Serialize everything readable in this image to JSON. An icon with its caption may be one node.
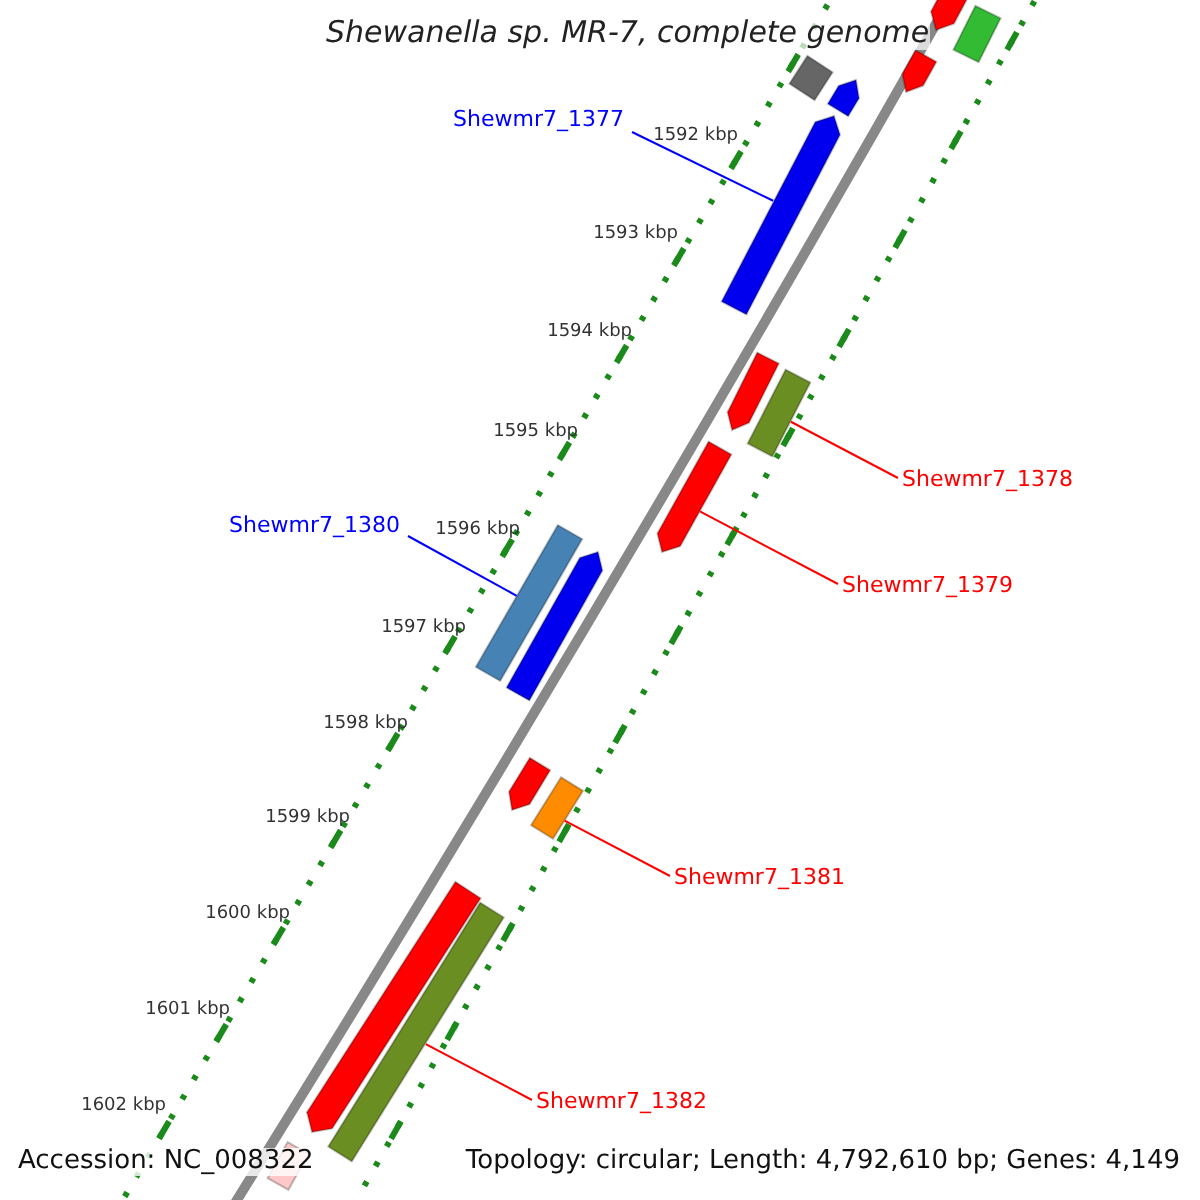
{
  "diagram": {
    "title": "Shewanella sp. MR-7, complete genome",
    "nodes": [
      {
        "text": [
          "Shewmr7_1377"
        ]
      },
      {
        "text": [
          "Shewmr7_1378"
        ]
      },
      {
        "text": [
          "Shewmr7_1379"
        ]
      },
      {
        "text": [
          "Shewmr7_1380"
        ]
      },
      {
        "text": [
          "Shewmr7_1381"
        ]
      },
      {
        "text": [
          "Shewmr7_1382"
        ]
      },
      {
        "text": [],
        "shape": "bar"
      },
      {
        "text": [],
        "shape": "bar"
      },
      {
        "text": [],
        "shape": "bar"
      },
      {
        "text": [],
        "shape": "bar"
      },
      {
        "text": [],
        "shape": "bar"
      },
      {
        "text": [],
        "shape": "bar"
      },
      {
        "text": [],
        "shape": "bar"
      },
      {
        "text": [],
        "shape": "bar"
      },
      {
        "text": [],
        "shape": "bar"
      },
      {
        "text": [],
        "shape": "bar"
      },
      {
        "text": [],
        "shape": "bar"
      },
      {
        "text": [],
        "shape": "bar"
      },
      {
        "text": [],
        "shape": "bar"
      },
      {
        "text": [],
        "shape": "bar"
      },
      {
        "text": [],
        "shape": "bar"
      },
      {
        "text": [],
        "shape": "bar"
      }
    ],
    "edges": [
      {
        "from": 0,
        "to": 11,
        "arrow": "none",
        "color": "#0000ff"
      },
      {
        "from": 1,
        "to": 13,
        "arrow": "none"
      },
      {
        "from": 2,
        "to": 14,
        "arrow": "none"
      },
      {
        "from": 3,
        "to": 15,
        "arrow": "none",
        "color": "#0000ff"
      },
      {
        "from": 4,
        "to": 18,
        "arrow": "none"
      },
      {
        "from": 5,
        "to": 20,
        "arrow": "none"
      }
    ],
    "labels": [
      "1592 kbp",
      "1593 kbp",
      "1594 kbp",
      "1595 kbp",
      "1596 kbp",
      "1597 kbp",
      "1598 kbp",
      "1599 kbp",
      "1600 kbp",
      "1601 kbp",
      "1602 kbp",
      "Accession: NC_008322",
      "Topology: circular; Length: 4,792,610 bp; Genes: 4,149"
    ]
  }
}
